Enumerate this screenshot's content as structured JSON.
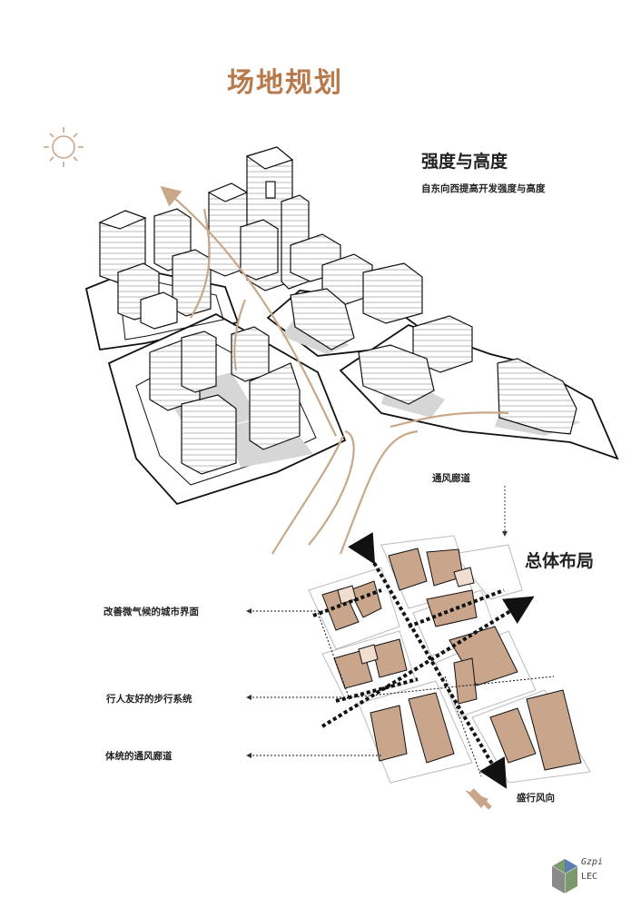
{
  "title": "场地规划",
  "section1": {
    "title": "强度与高度",
    "subtitle": "自东向西提高开发强度与高度"
  },
  "ventilation_label": "通风廊道",
  "section2": {
    "title": "总体布局"
  },
  "annotations": [
    "改善微气候的城市界面",
    "行人友好的步行系统",
    "体统的通风廊道"
  ],
  "wind_label": "盛行风向",
  "logo": {
    "top": "Gzpi",
    "bottom": "LEC"
  },
  "colors": {
    "accent": "#b87a4b",
    "building_fill": "#c9a58c",
    "building_light": "#f0ddd0",
    "arrow": "#c8a888",
    "line": "#111111"
  }
}
